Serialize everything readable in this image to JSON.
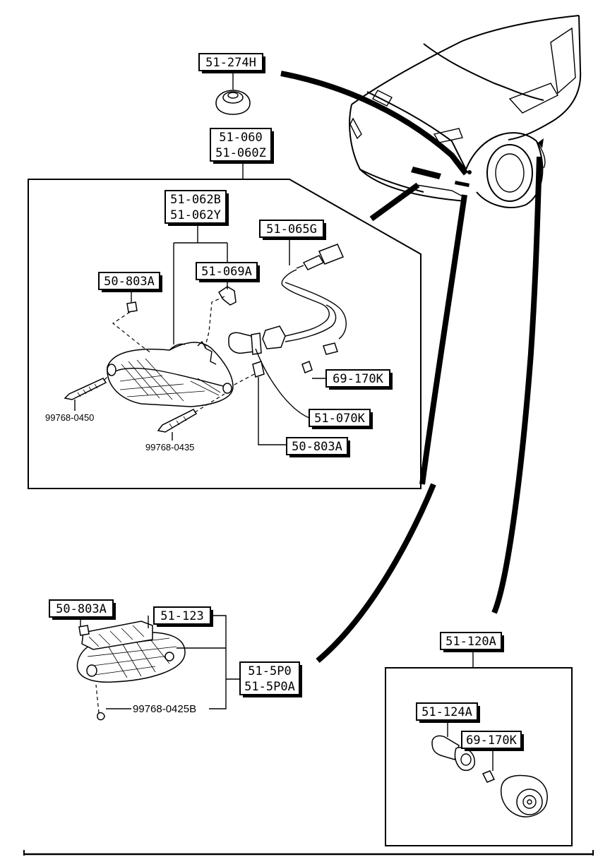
{
  "labels": {
    "grommet": "51-274H",
    "front_lamp_assy_1": "51-060",
    "front_lamp_assy_2": "51-060Z",
    "lens_1": "51-062B",
    "lens_2": "51-062Y",
    "socket_wiring": "51-065G",
    "clip_upper": "51-069A",
    "nut_left": "50-803A",
    "bulb_small": "69-170K",
    "bulb_large": "51-070K",
    "nut_right": "50-803A",
    "screw_1": "99768-0450",
    "screw_2": "99768-0435",
    "side_nut": "50-803A",
    "side_lens": "51-123",
    "side_assy_1": "51-5P0",
    "side_assy_2": "51-5P0A",
    "side_screw": "99768-0425B",
    "rear_side_assy": "51-120A",
    "rear_socket": "51-124A",
    "rear_bulb": "69-170K"
  },
  "icons": {
    "car": "car-front-quarter-icon",
    "grommet": "grommet-icon",
    "turn_lamp": "front-turn-signal-lamp-icon",
    "side_marker": "side-marker-lamp-icon",
    "rear_marker": "rear-side-marker-socket-icon"
  }
}
